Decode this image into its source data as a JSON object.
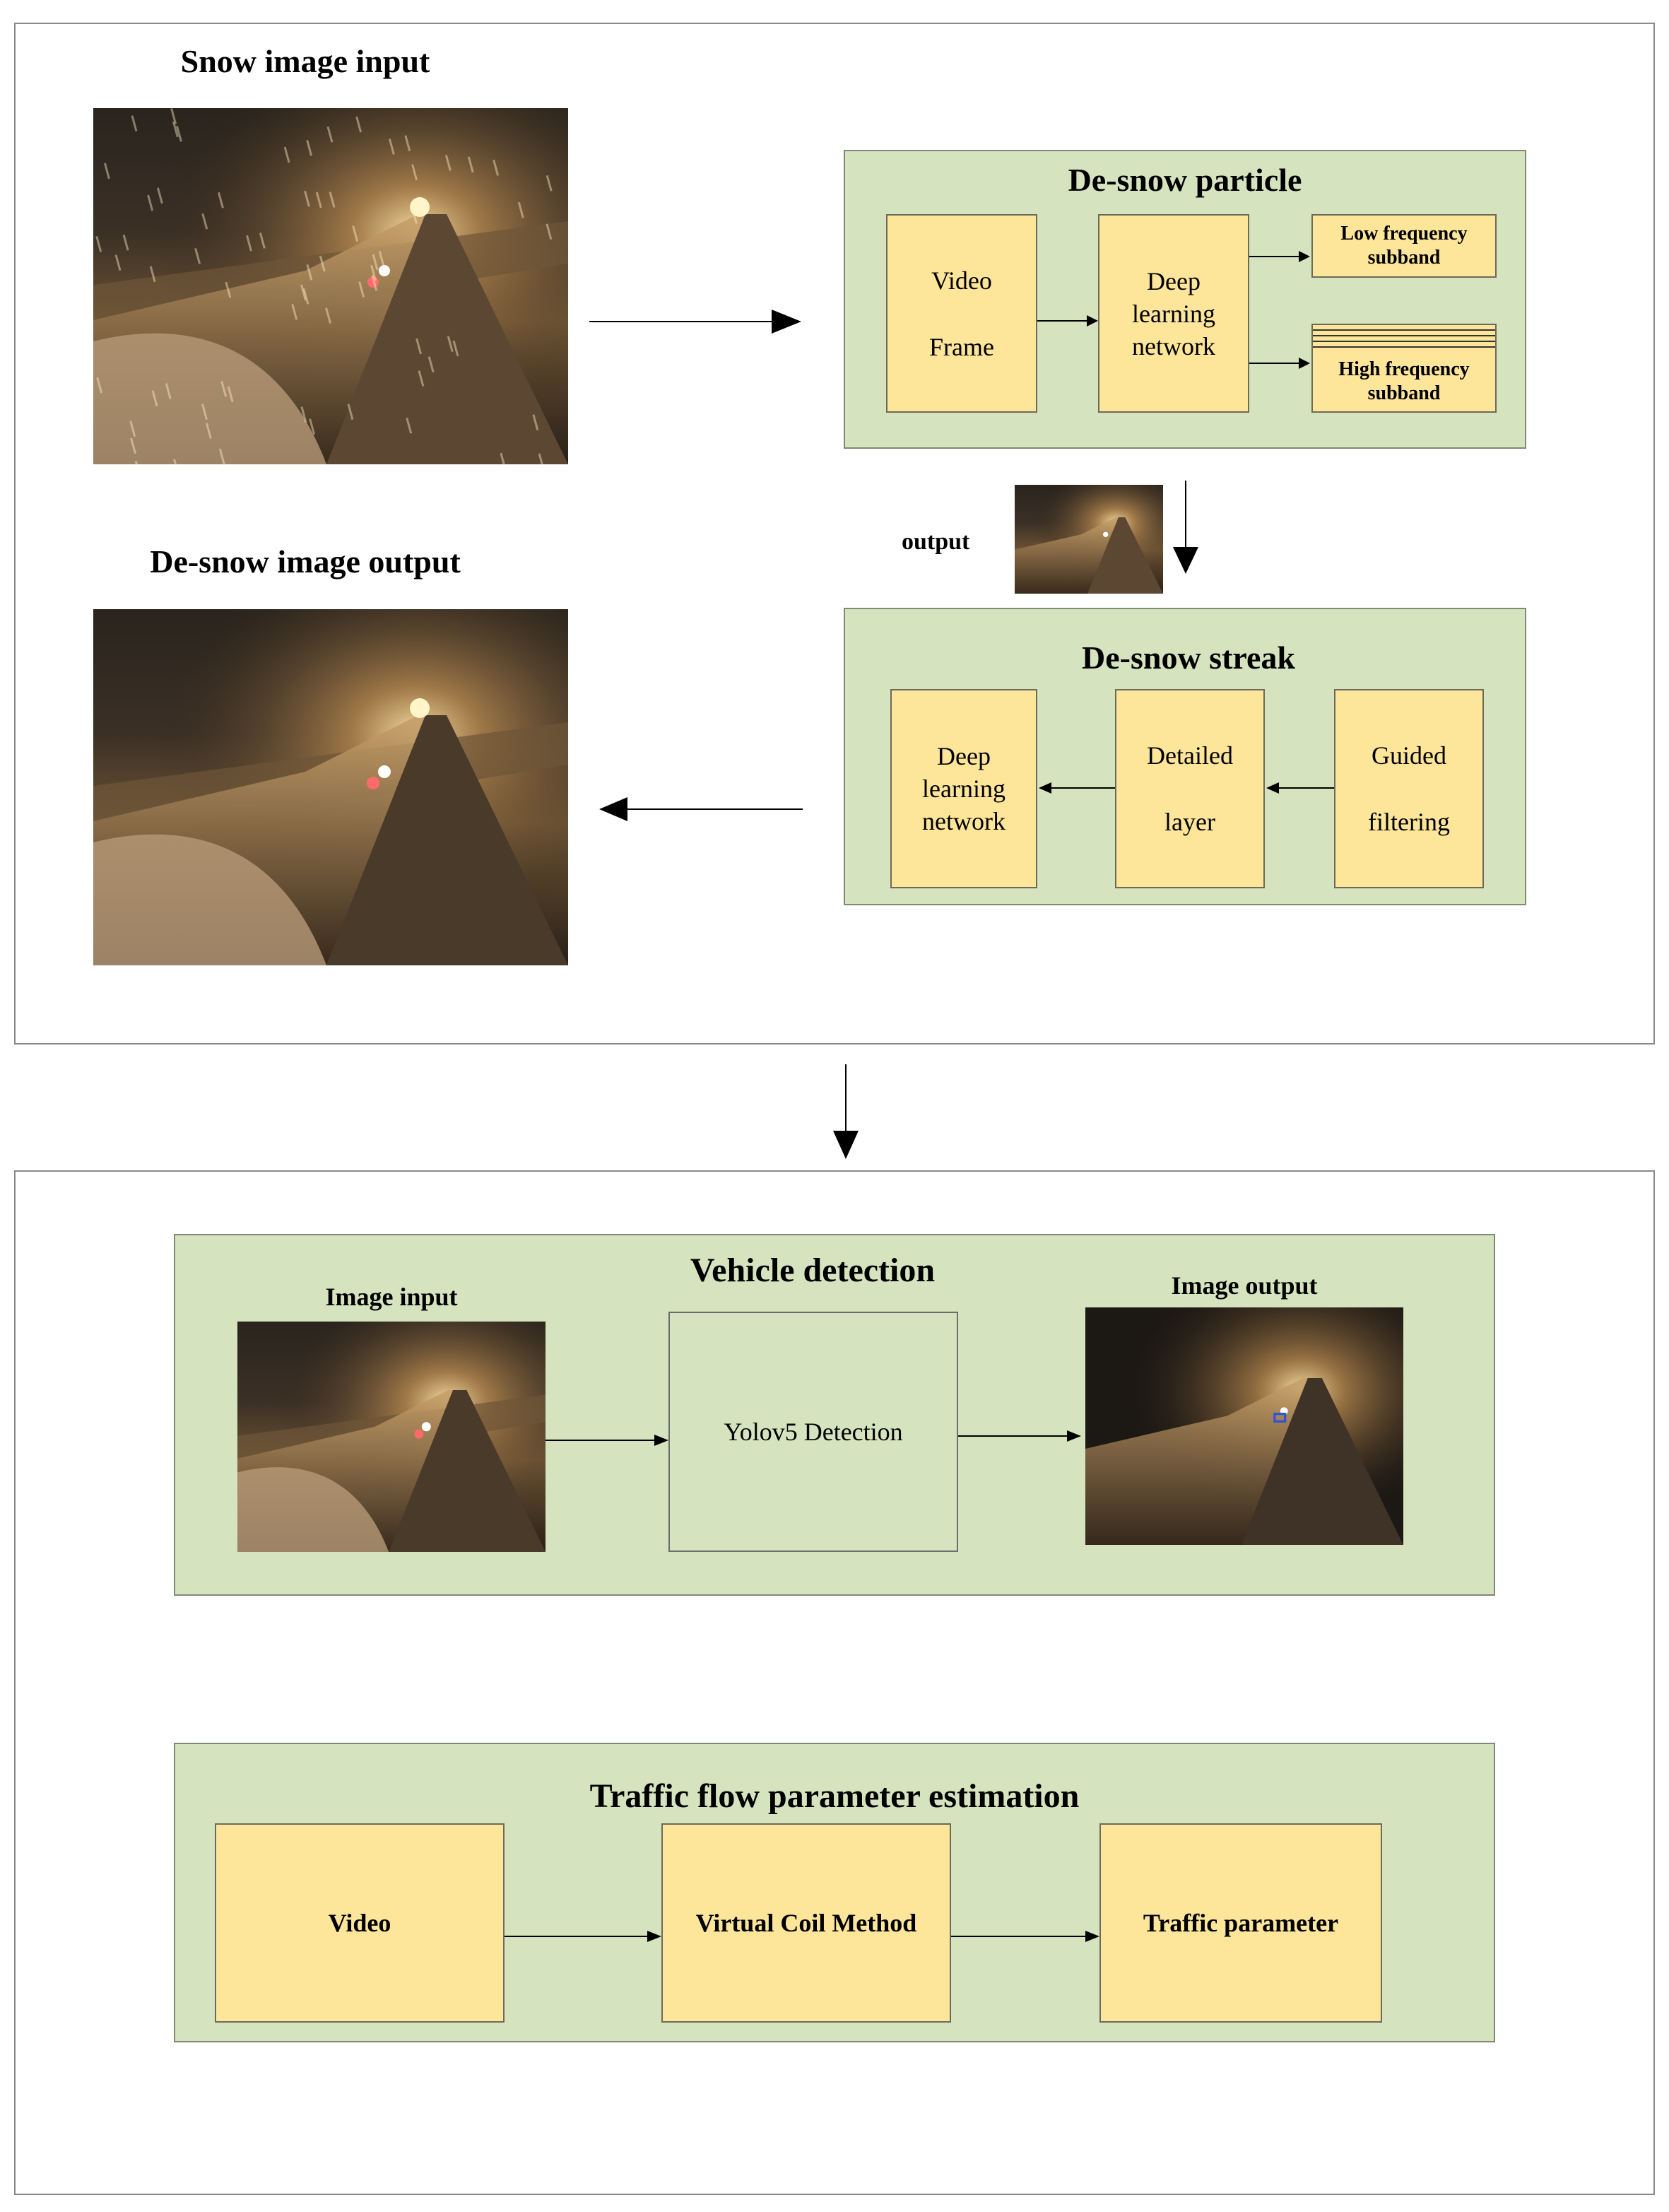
{
  "top": {
    "snow_input_title": "Snow image input",
    "desnow_output_title": "De-snow image output",
    "output_label": "output",
    "particle": {
      "title": "De-snow particle",
      "video_frame": [
        "Video",
        "Frame"
      ],
      "deep_net": [
        "Deep",
        "learning",
        "network"
      ],
      "low_freq": [
        "Low frequency",
        "subband"
      ],
      "high_freq": [
        "High frequency",
        "subband"
      ]
    },
    "streak": {
      "title": "De-snow streak",
      "deep_net": [
        "Deep",
        "learning",
        "network"
      ],
      "detailed_layer": [
        "Detailed",
        "layer"
      ],
      "guided_filtering": [
        "Guided",
        "filtering"
      ]
    }
  },
  "vehicle_detection": {
    "title": "Vehicle detection",
    "image_input": "Image input",
    "image_output": "Image output",
    "detector": "Yolov5 Detection"
  },
  "traffic": {
    "title": "Traffic flow parameter estimation",
    "video": "Video",
    "method": "Virtual Coil Method",
    "result": "Traffic parameter"
  },
  "colors": {
    "green_panel": "#d5e3bf",
    "yellow_box": "#fde59a",
    "detection_box": "#2f55d4"
  }
}
